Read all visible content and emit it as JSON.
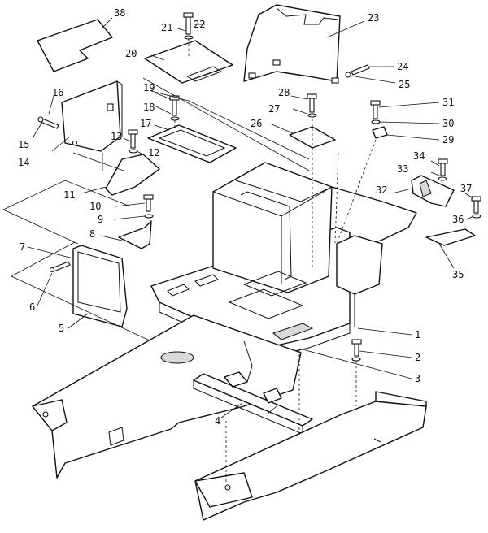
{
  "diagram": {
    "labels": {
      "p1": "1",
      "p2": "2",
      "p3": "3",
      "p4": "4",
      "p5": "5",
      "p6": "6",
      "p7": "7",
      "p8": "8",
      "p9": "9",
      "p10": "10",
      "p11": "11",
      "p12": "12",
      "p13": "13",
      "p14": "14",
      "p15": "15",
      "p16": "16",
      "p17": "17",
      "p18": "18",
      "p19": "19",
      "p20": "20",
      "p21": "21",
      "p22": "22",
      "p23": "23",
      "p24": "24",
      "p25": "25",
      "p26": "26",
      "p27": "27",
      "p28": "28",
      "p29": "29",
      "p30": "30",
      "p31": "31",
      "p32": "32",
      "p33": "33",
      "p34": "34",
      "p35": "35",
      "p36": "36",
      "p37": "37",
      "p38": "38"
    }
  }
}
